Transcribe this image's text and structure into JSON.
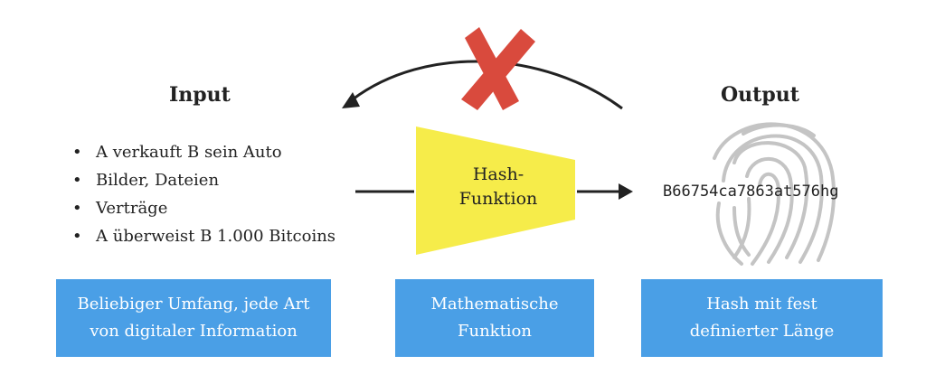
{
  "input": {
    "heading": "Input",
    "items": [
      "A verkauft B sein Auto",
      "Bilder, Dateien",
      "Verträge",
      "A überweist B 1.000 Bitcoins"
    ]
  },
  "hash_function": {
    "line1": "Hash-",
    "line2": "Funktion"
  },
  "output": {
    "heading": "Output",
    "hash_value": "B66754ca7863at576hg"
  },
  "boxes": {
    "input": {
      "line1": "Beliebiger Umfang, jede Art",
      "line2": "von digitaler Information"
    },
    "math": {
      "line1": "Mathematische",
      "line2": "Funktion"
    },
    "output": {
      "line1": "Hash mit fest",
      "line2": "definierter Länge"
    }
  },
  "colors": {
    "box": "#4a9fe6",
    "trapezoid": "#f6ec4a",
    "cross": "#d94a3d",
    "fingerprint": "#c4c4c4"
  },
  "icons": [
    "cross-icon",
    "fingerprint-icon",
    "arrow-icon"
  ]
}
